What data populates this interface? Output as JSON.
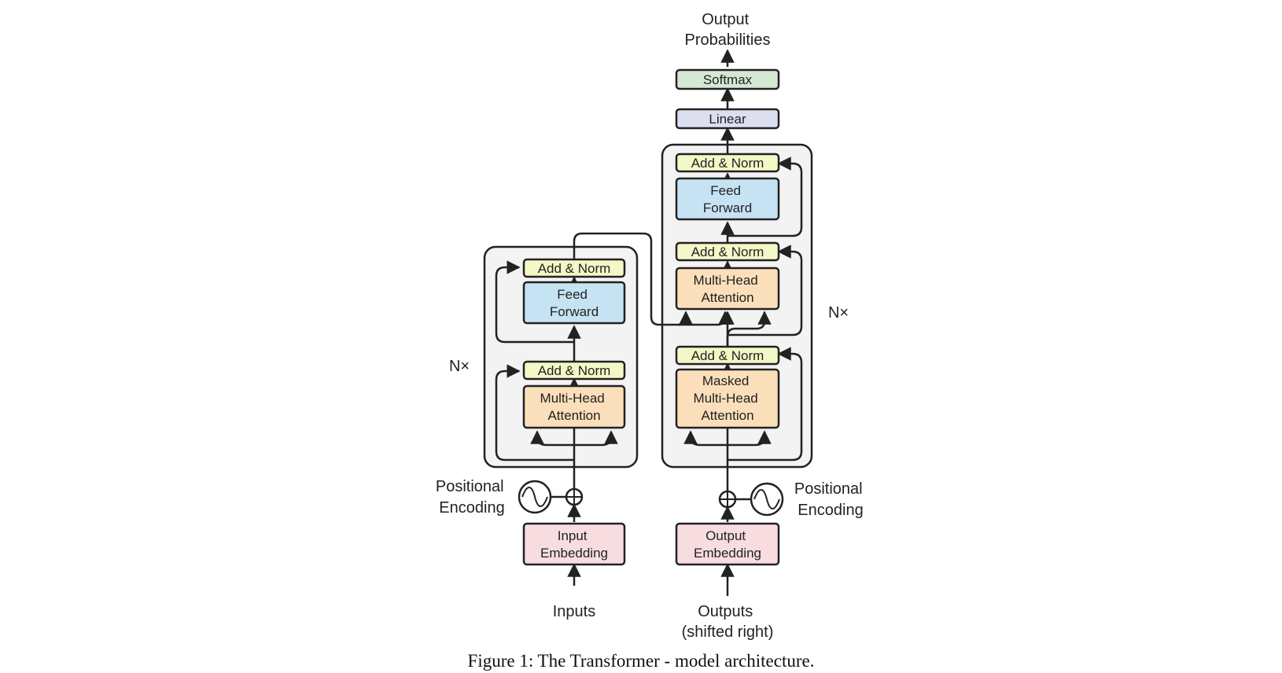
{
  "output_label": [
    "Output",
    "Probabilities"
  ],
  "softmax": {
    "label": "Softmax",
    "color": "#d5e8d4"
  },
  "linear": {
    "label": "Linear",
    "color": "#dcdff0"
  },
  "colors": {
    "add_norm": "#f4f7c6",
    "feed_forward": "#c6e3f3",
    "attention": "#fbdfbb",
    "embedding": "#f7dde0",
    "stack": "#f3f3f3",
    "stroke": "#222222"
  },
  "encoder": {
    "n_label": "N×",
    "add_norm_top": "Add & Norm",
    "feed_forward": [
      "Feed",
      "Forward"
    ],
    "add_norm_bottom": "Add & Norm",
    "attention": [
      "Multi-Head",
      "Attention"
    ],
    "positional_encoding": [
      "Positional",
      "Encoding"
    ],
    "embedding": [
      "Input",
      "Embedding"
    ],
    "input_label": "Inputs"
  },
  "decoder": {
    "n_label": "N×",
    "add_norm_top": "Add & Norm",
    "feed_forward": [
      "Feed",
      "Forward"
    ],
    "add_norm_mid": "Add & Norm",
    "attention": [
      "Multi-Head",
      "Attention"
    ],
    "add_norm_bottom": "Add & Norm",
    "masked_attention": [
      "Masked",
      "Multi-Head",
      "Attention"
    ],
    "positional_encoding": [
      "Positional",
      "Encoding"
    ],
    "embedding": [
      "Output",
      "Embedding"
    ],
    "input_label": [
      "Outputs",
      "(shifted right)"
    ]
  },
  "caption": "Figure 1: The Transformer - model architecture."
}
